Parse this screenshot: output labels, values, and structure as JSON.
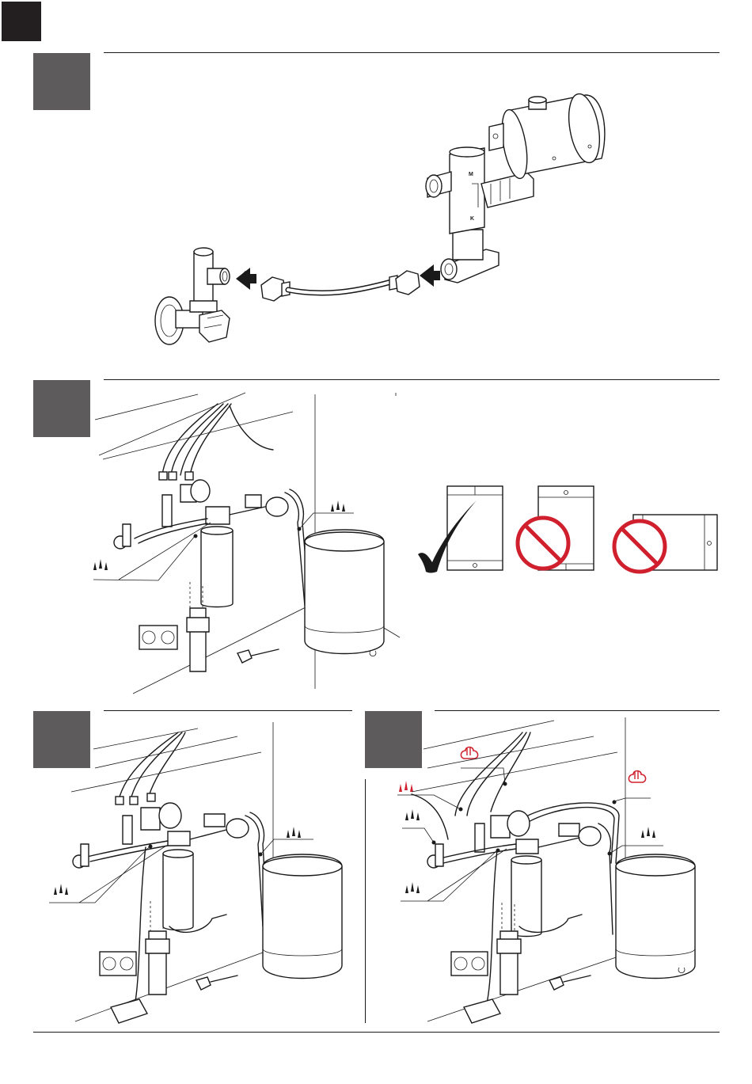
{
  "page": {
    "accent_dark": "#231f20",
    "step_box_color": "#5d5b5c",
    "forbidden_color": "#d0202e",
    "hot_symbol_color": "#d0202e"
  },
  "section1": {
    "valve_labels": [
      "M",
      "K"
    ],
    "icons": [
      "angle-valve-icon",
      "flex-hose-icon",
      "thermostatic-mixer-icon",
      "push-arrow-icon"
    ]
  },
  "section2": {
    "orientation_options": [
      {
        "state": "correct",
        "icon": "checkmark-icon"
      },
      {
        "state": "forbidden",
        "icon": "no-entry-icon"
      },
      {
        "state": "forbidden",
        "icon": "no-entry-icon"
      }
    ]
  },
  "symbols": {
    "cold_water": "cold-water-drops-icon",
    "hot_water": "hot-water-drops-icon",
    "steam": "steam-cloud-icon"
  }
}
